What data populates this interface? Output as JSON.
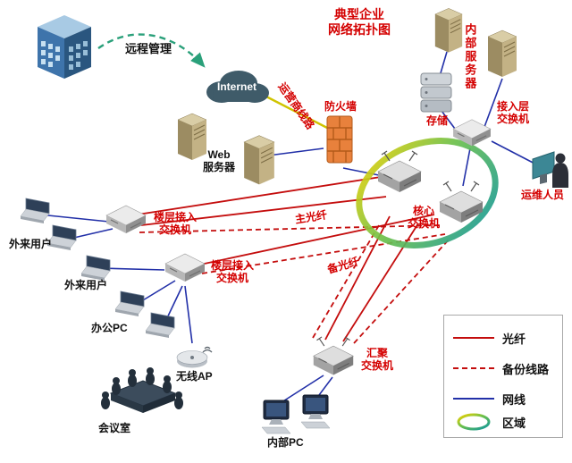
{
  "title": {
    "line1": "典型企业",
    "line2": "网络拓扑图"
  },
  "nodes": {
    "remote_mgmt": {
      "label": "远程管理"
    },
    "internet": {
      "label": "Internet"
    },
    "carrier_line": {
      "label": "运营商线路"
    },
    "firewall": {
      "label": "防火墙"
    },
    "internal_servers": {
      "label": "内部服务器"
    },
    "storage": {
      "label": "存储"
    },
    "access_switch": {
      "label": "接入层\n交换机"
    },
    "ops_staff": {
      "label": "运维人员"
    },
    "core_switch": {
      "label": "核心\n交换机"
    },
    "web_server": {
      "label": "Web\n服务器"
    },
    "floor_switch_1": {
      "label": "楼层接入\n交换机"
    },
    "floor_switch_2": {
      "label": "楼层接入\n交换机"
    },
    "external_users_1": {
      "label": "外来用户"
    },
    "external_users_2": {
      "label": "外来用户"
    },
    "office_pc": {
      "label": "办公PC"
    },
    "wireless_ap": {
      "label": "无线AP"
    },
    "meeting_room": {
      "label": "会议室"
    },
    "agg_switch": {
      "label": "汇聚\n交换机"
    },
    "internal_pc": {
      "label": "内部PC"
    },
    "main_fiber": {
      "label": "主光纤"
    },
    "backup_fiber": {
      "label": "备光纤"
    }
  },
  "legend": {
    "fiber": "光纤",
    "backup": "备份线路",
    "ethernet": "网线",
    "zone": "区域"
  },
  "colors": {
    "fiber": "#c40d0d",
    "ethernet": "#2230a8",
    "title": "#d40000",
    "carrier": "#cfc400",
    "arrow": "#2aa07a"
  }
}
